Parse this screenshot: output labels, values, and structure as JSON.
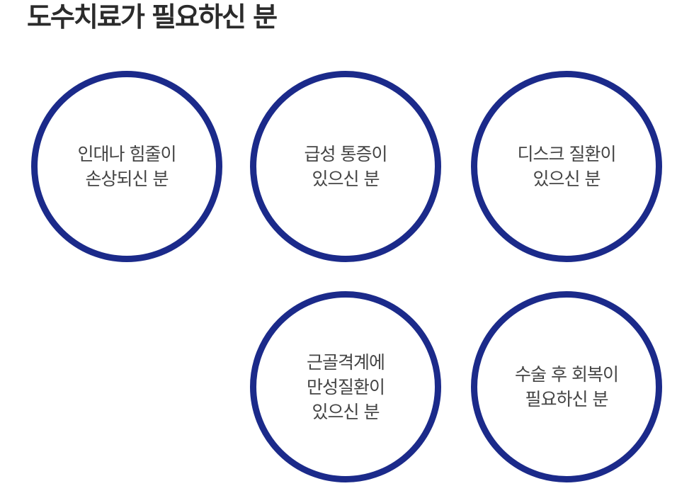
{
  "title": "도수치료가 필요하신 분",
  "circles": [
    {
      "lines": [
        "인대나 힘줄이",
        "손상되신 분"
      ]
    },
    {
      "lines": [
        "급성 통증이",
        "있으신 분"
      ]
    },
    {
      "lines": [
        "디스크 질환이",
        "있으신 분"
      ]
    },
    {
      "lines": [
        "근골격계에",
        "만성질환이",
        "있으신 분"
      ]
    },
    {
      "lines": [
        "수술 후 회복이",
        "필요하신 분"
      ]
    }
  ],
  "colors": {
    "circle_border": "#1b2a8a",
    "title_text": "#2b2b2b",
    "body_text": "#444444"
  }
}
